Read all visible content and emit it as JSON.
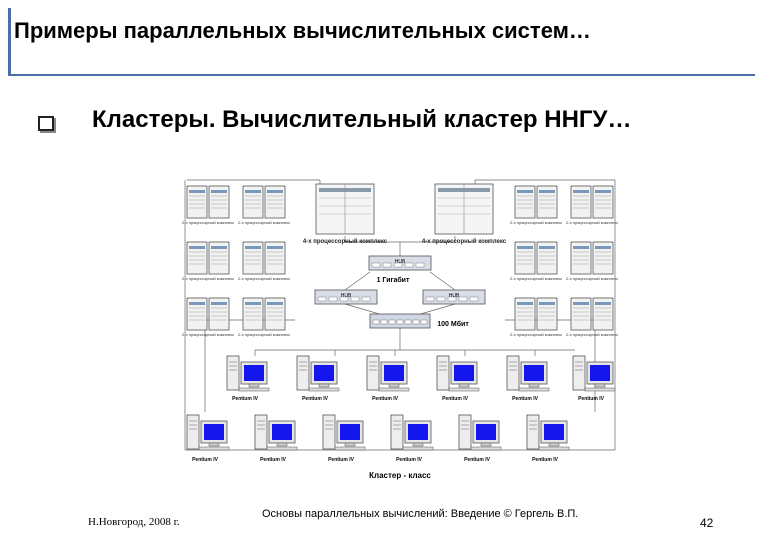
{
  "header": {
    "title": "Примеры параллельных вычислительных систем…"
  },
  "bullet": {
    "text": "Кластеры. Вычислительный кластер ННГУ…"
  },
  "diagram": {
    "small_node_label": "2-х процессорный комплекс",
    "big_node_label": "4-х процессорный комплекс",
    "hub_label": "HUB",
    "link_1g": "1 Гигабит",
    "link_100m": "100 Мбит",
    "pc_label": "Pentium IV",
    "caption": "Кластер - класс"
  },
  "footer": {
    "left": "Н.Новгород, 2008 г.",
    "center": "Основы параллельных вычислений: Введение © Гергель В.П.",
    "page": "42"
  },
  "colors": {
    "accent": "#4a6fa5",
    "screen": "#1515ee"
  }
}
